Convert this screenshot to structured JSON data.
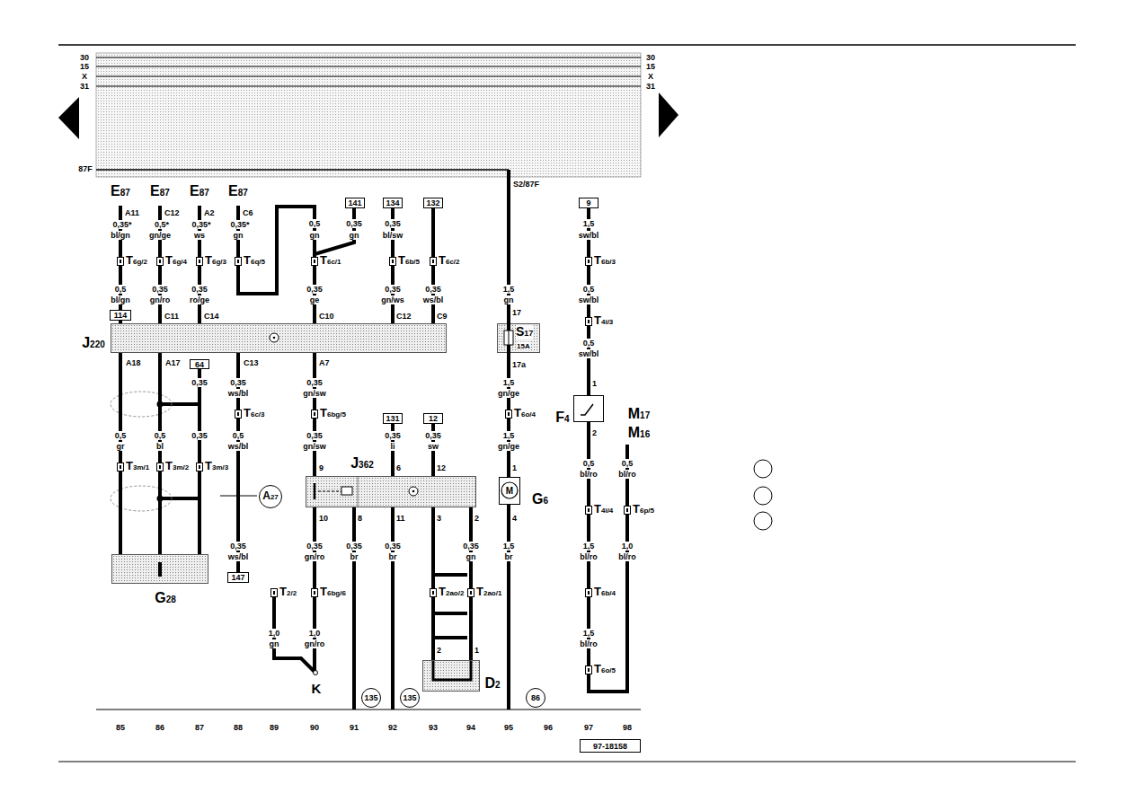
{
  "diagram": {
    "nodes": [
      {
        "text": [
          "141"
        ]
      },
      {
        "text": [
          "134"
        ]
      },
      {
        "text": [
          "132"
        ]
      },
      {
        "text": [
          "9"
        ]
      },
      {
        "text": [
          "114"
        ]
      },
      {
        "text": [
          "S17",
          "15A"
        ]
      },
      {
        "text": [
          "J220"
        ]
      },
      {
        "text": [
          "64"
        ]
      },
      {
        "text": [
          "F4"
        ]
      },
      {
        "text": [
          "131"
        ]
      },
      {
        "text": [
          "12"
        ]
      },
      {
        "text": [
          "J362"
        ]
      },
      {
        "text": [
          "M",
          "G6"
        ]
      },
      {
        "text": [
          "A27"
        ]
      },
      {
        "text": [
          "G28"
        ]
      },
      {
        "text": [
          "147"
        ]
      },
      {
        "text": [
          "D2"
        ]
      },
      {
        "text": [
          "135"
        ]
      },
      {
        "text": [
          "135"
        ]
      },
      {
        "text": [
          "86"
        ]
      },
      {
        "text": [
          "97-18158"
        ]
      }
    ],
    "edges": [
      {
        "from": 0,
        "to": 6,
        "arrow": "none"
      },
      {
        "from": 1,
        "to": 6,
        "arrow": "none"
      },
      {
        "from": 2,
        "to": 6,
        "arrow": "none"
      },
      {
        "from": 3,
        "to": 8,
        "arrow": "none"
      },
      {
        "from": 4,
        "to": 6,
        "arrow": "none"
      },
      {
        "from": 5,
        "to": 12,
        "arrow": "none"
      },
      {
        "from": 6,
        "to": 14,
        "arrow": "none"
      },
      {
        "from": 6,
        "to": 14,
        "arrow": "none"
      },
      {
        "from": 7,
        "to": 14,
        "arrow": "none"
      },
      {
        "from": 6,
        "to": 15,
        "arrow": "none"
      },
      {
        "from": 6,
        "to": 11,
        "arrow": "none"
      },
      {
        "from": 9,
        "to": 11,
        "arrow": "none"
      },
      {
        "from": 10,
        "to": 11,
        "arrow": "none"
      },
      {
        "from": 11,
        "to": 16,
        "arrow": "none"
      },
      {
        "from": 11,
        "to": 16,
        "arrow": "none"
      }
    ],
    "labels": [
      "30",
      "15",
      "X",
      "31",
      "30",
      "15",
      "X",
      "31",
      "87F",
      "S2/87F",
      "E87",
      "A11",
      "0,35*",
      "bl/gn",
      "T6g/2",
      "0,5",
      "bl/gn",
      "A18",
      "0,5",
      "gr",
      "T3m/1",
      "85",
      "E87",
      "C12",
      "0,5*",
      "gn/ge",
      "T6g/4",
      "0,35",
      "gn/ro",
      "C11",
      "A17",
      "0,5",
      "bl",
      "T3m/2",
      "86",
      "E87",
      "A2",
      "0,35*",
      "ws",
      "T6g/3",
      "0,35",
      "ro/ge",
      "C14",
      "0,35",
      "0,35",
      "T3m/3",
      "87",
      "E87",
      "C6",
      "0,35*",
      "gn",
      "T6q/5",
      "C13",
      "0,35",
      "ws/bl",
      "T6c/3",
      "0,5",
      "ws/bl",
      "0,35",
      "ws/bl",
      "88",
      "T2/2",
      "1,0",
      "gn",
      "89",
      "0,5",
      "gn",
      "T6c/1",
      "0,35",
      "ge",
      "C10",
      "A7",
      "0,35",
      "gn/sw",
      "T6bg/5",
      "0,35",
      "gn/sw",
      "9",
      "10",
      "0,35",
      "gn/ro",
      "T6bg/6",
      "1,0",
      "gn/ro",
      "K",
      "90",
      "0,35",
      "gn",
      "8",
      "0,35",
      "br",
      "91",
      "0,35",
      "bl/sw",
      "T6b/5",
      "0,35",
      "gn/ws",
      "C12",
      "0,35",
      "li",
      "6",
      "11",
      "0,35",
      "br",
      "92",
      "T6c/2",
      "0,35",
      "ws/bl",
      "C9",
      "0,35",
      "sw",
      "12",
      "3",
      "T2ao/2",
      "2",
      "93",
      "2",
      "0,35",
      "gn",
      "T2ao/1",
      "1",
      "94",
      "1,5",
      "gn",
      "17",
      "17a",
      "1,5",
      "gn/ge",
      "T6o/4",
      "1,5",
      "gn/ge",
      "1",
      "4",
      "1,5",
      "br",
      "95",
      "96",
      "1,5",
      "sw/bl",
      "T6b/3",
      "0,5",
      "sw/bl",
      "T4i/3",
      "0,5",
      "sw/bl",
      "1",
      "2",
      "0,5",
      "bl/ro",
      "T4i/4",
      "1,5",
      "bl/ro",
      "T6b/4",
      "1,5",
      "bl/ro",
      "T6o/5",
      "97",
      "M17",
      "M16",
      "0,5",
      "bl/ro",
      "T6p/5",
      "1,0",
      "bl/ro",
      "98"
    ]
  }
}
